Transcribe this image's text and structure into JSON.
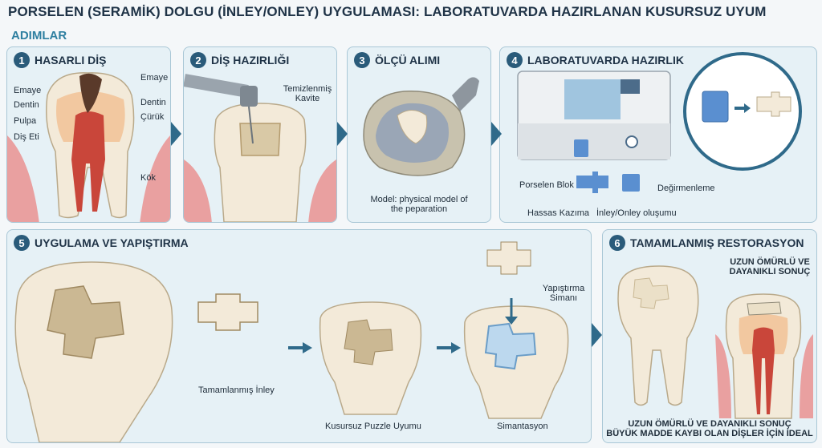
{
  "title": "PORSELEN (SERAMİK) DOLGU (İNLEY/ONLEY) UYGULAMASI: LABORATUVARDA HAZIRLANAN KUSURSUZ UYUM",
  "subtitle": "ADIMLAR",
  "colors": {
    "accent": "#2e7fa0",
    "badge": "#2a5b7a",
    "panel": "#e6f1f6",
    "arrow": "#2f6a8a",
    "decay": "#5a3a2a",
    "gum": "#e07a7a"
  },
  "steps": [
    {
      "num": "1",
      "title": "HASARLI DİŞ",
      "labels": {
        "emaye_top": "Emaye",
        "emaye_left": "Emaye",
        "dentin_left": "Dentin",
        "dentin_right": "Dentin",
        "pulpa": "Pulpa",
        "curuk": "Çürük",
        "dis_eti": "Diş Eti",
        "kok": "Kök"
      }
    },
    {
      "num": "2",
      "title": "DİŞ HAZIRLIĞI",
      "labels": {
        "kavite_1": "Temizlenmiş",
        "kavite_2": "Kavite"
      }
    },
    {
      "num": "3",
      "title": "ÖLÇÜ ALIMI",
      "labels": {
        "model_1": "Model: physical model of",
        "model_2": "the peparation"
      }
    },
    {
      "num": "4",
      "title": "LABORATUVARDA HAZIRLIK",
      "labels": {
        "porselen_blok": "Porselen Blok",
        "hassas_kazima": "Hassas Kazıma",
        "degirmenleme": "Değirmenleme",
        "inley_olusumu": "İnley/Onley oluşumu"
      }
    },
    {
      "num": "5",
      "title": "UYGULAMA VE YAPIŞTIRMA",
      "labels": {
        "tamamlanmis_inley": "Tamamlanmış İnley",
        "puzzle": "Kusursuz Puzzle Uyumu",
        "yapistirma_1": "Yapıştırma",
        "yapistirma_2": "Simanı",
        "simantasyon": "Simantasyon"
      }
    },
    {
      "num": "6",
      "title": "TAMAMLANMIŞ RESTORASYON",
      "labels": {
        "result_1": "UZUN ÖMÜRLÜ VE",
        "result_2": "DAYANIKLI SONUÇ",
        "footer_1": "UZUN ÖMÜRLÜ VE DAYANIKLI SONUÇ",
        "footer_2": "BÜYÜK MADDE KAYBI OLAN DİŞLER İÇİN İDEAL"
      }
    }
  ]
}
